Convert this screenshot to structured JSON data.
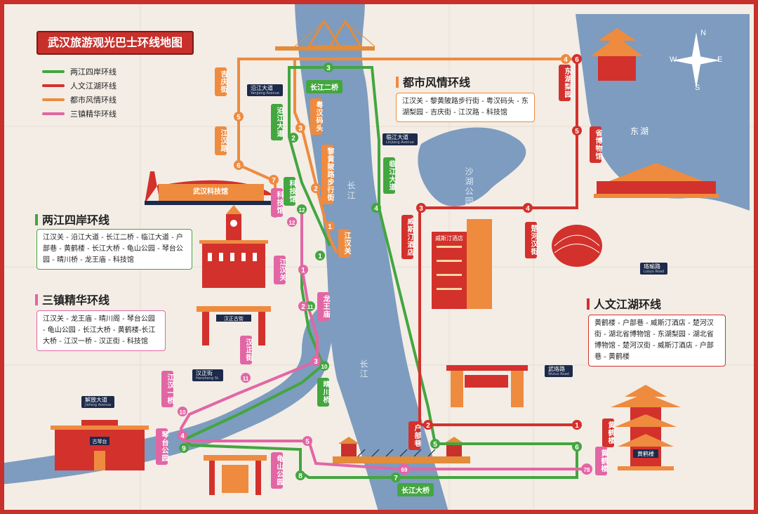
{
  "title": "武汉旅游观光巴士环线地图",
  "colors": {
    "green": "#43a63f",
    "red": "#d3312c",
    "orange": "#ee8b3f",
    "pink": "#e266a4",
    "water": "#7d9cbf",
    "land": "#f3ede6",
    "frame": "#c8302b"
  },
  "legend": [
    {
      "label": "两江四岸环线",
      "color": "#43a63f"
    },
    {
      "label": "人文江湖环线",
      "color": "#d3312c"
    },
    {
      "label": "都市风情环线",
      "color": "#ee8b3f"
    },
    {
      "label": "三镇精华环线",
      "color": "#e266a4"
    }
  ],
  "routes": {
    "liangjiang": {
      "name": "两江四岸环线",
      "stops": "江汉关 - 沿江大道 - 长江二桥 - 临江大道 - 户部巷 - 黄鹤楼 - 长江大桥 - 龟山公园 - 琴台公园 - 晴川桥 - 龙王庙 - 科技馆"
    },
    "sanzhen": {
      "name": "三镇精华环线",
      "stops": "江汉关 - 龙王庙 - 晴川阁 - 琴台公园 - 龟山公园 - 长江大桥 - 黄鹤楼-长江大桥 - 江汉一桥 - 汉正街 - 科技馆"
    },
    "dushi": {
      "name": "都市风情环线",
      "stops": "江汉关 - 黎黄陂路步行街 - 粤汉码头 - 东湖梨园 - 吉庆街 - 江汉路 - 科技馆"
    },
    "renwen": {
      "name": "人文江湖环线",
      "stops": "黄鹤楼 - 户部巷 - 威斯汀酒店 - 楚河汉街 - 湖北省博物馆 - 东湖梨园 - 湖北省博物馆 - 楚河汉街 - 威斯汀酒店 - 户部巷 - 黄鹤楼"
    }
  },
  "water_labels": {
    "changjiang_north": "长江",
    "changjiang_south": "长江",
    "shahu": "沙湖公园",
    "donghu": "东湖"
  },
  "streets": {
    "yanjiang": {
      "cn": "沿江大道",
      "en": "Yanjiang Avenue"
    },
    "linjiang": {
      "cn": "临江大道",
      "en": "Linjiang Avenue"
    },
    "luoyu": {
      "cn": "珞瑜路",
      "en": "Luoyu Road"
    },
    "wuluo": {
      "cn": "武珞路",
      "en": "Wuluo Road"
    },
    "hanzheng": {
      "cn": "汉正街",
      "en": "Hanzheng St."
    },
    "jiefang": {
      "cn": "解放大道",
      "en": "Jiefang Avenue"
    }
  },
  "landmarks": {
    "kejiguan": "武汉科技馆",
    "qintai": "古琴台",
    "huanghelou": "黄鹤楼",
    "westin": "威斯汀酒店",
    "jianghanguan_arch": "汉正古街"
  },
  "compass": {
    "n": "N",
    "s": "S",
    "e": "E",
    "w": "W"
  },
  "vlabels": {
    "jiqingjie": "吉庆街",
    "jianghanlu": "江汉路",
    "yanjiangdadao": "沿江大道",
    "yuehanmatou": "粤汉码头",
    "lihuangpi": "黎黄陂路步行街",
    "linjiangdadao": "临江大道",
    "donghuliyuan": "东湖梨园",
    "shengbowuguan": "省博物馆",
    "weisiting": "威斯汀酒店",
    "chuhehanjie": "楚河汉街",
    "jianghanguan": "江汉关",
    "jianghanguan2": "江汉关",
    "kejiguan": "科技馆",
    "kejiguan2": "科技馆",
    "longwangmiao": "龙王庙",
    "hanzhengjie": "汉正街",
    "qingchuanqiao": "晴川桥",
    "jianghanyiqiao": "江汉一桥",
    "qintaigongyuan": "琴台公园",
    "guishangongyuan": "龟山公园",
    "hubuxiang": "户部巷",
    "huanghelou1": "黄鹤楼",
    "huanghelou2": "黄鹤楼"
  },
  "hlabels": {
    "changjiangerqiao": "长江二桥",
    "changjiangdaqiao": "长江大桥"
  },
  "stop_numbers": {
    "g3": "3",
    "g2": "2",
    "g4": "4",
    "g1": "1",
    "g5": "5",
    "g6": "6",
    "g7": "7",
    "g8": "8",
    "g9": "9",
    "g10": "10",
    "g11": "11",
    "g12": "12",
    "o1": "1",
    "o2": "2",
    "o3": "3",
    "o4": "4",
    "o5": "5",
    "o6": "6",
    "o7": "7",
    "r1": "1",
    "r2": "2",
    "r3": "3",
    "r4": "4",
    "r5": "5",
    "r6": "6",
    "p1": "1",
    "p2": "2",
    "p3": "3",
    "p4": "4",
    "p5": "5",
    "p69": "69",
    "p78": "78",
    "p10": "10",
    "p11": "11",
    "p12": "12"
  }
}
